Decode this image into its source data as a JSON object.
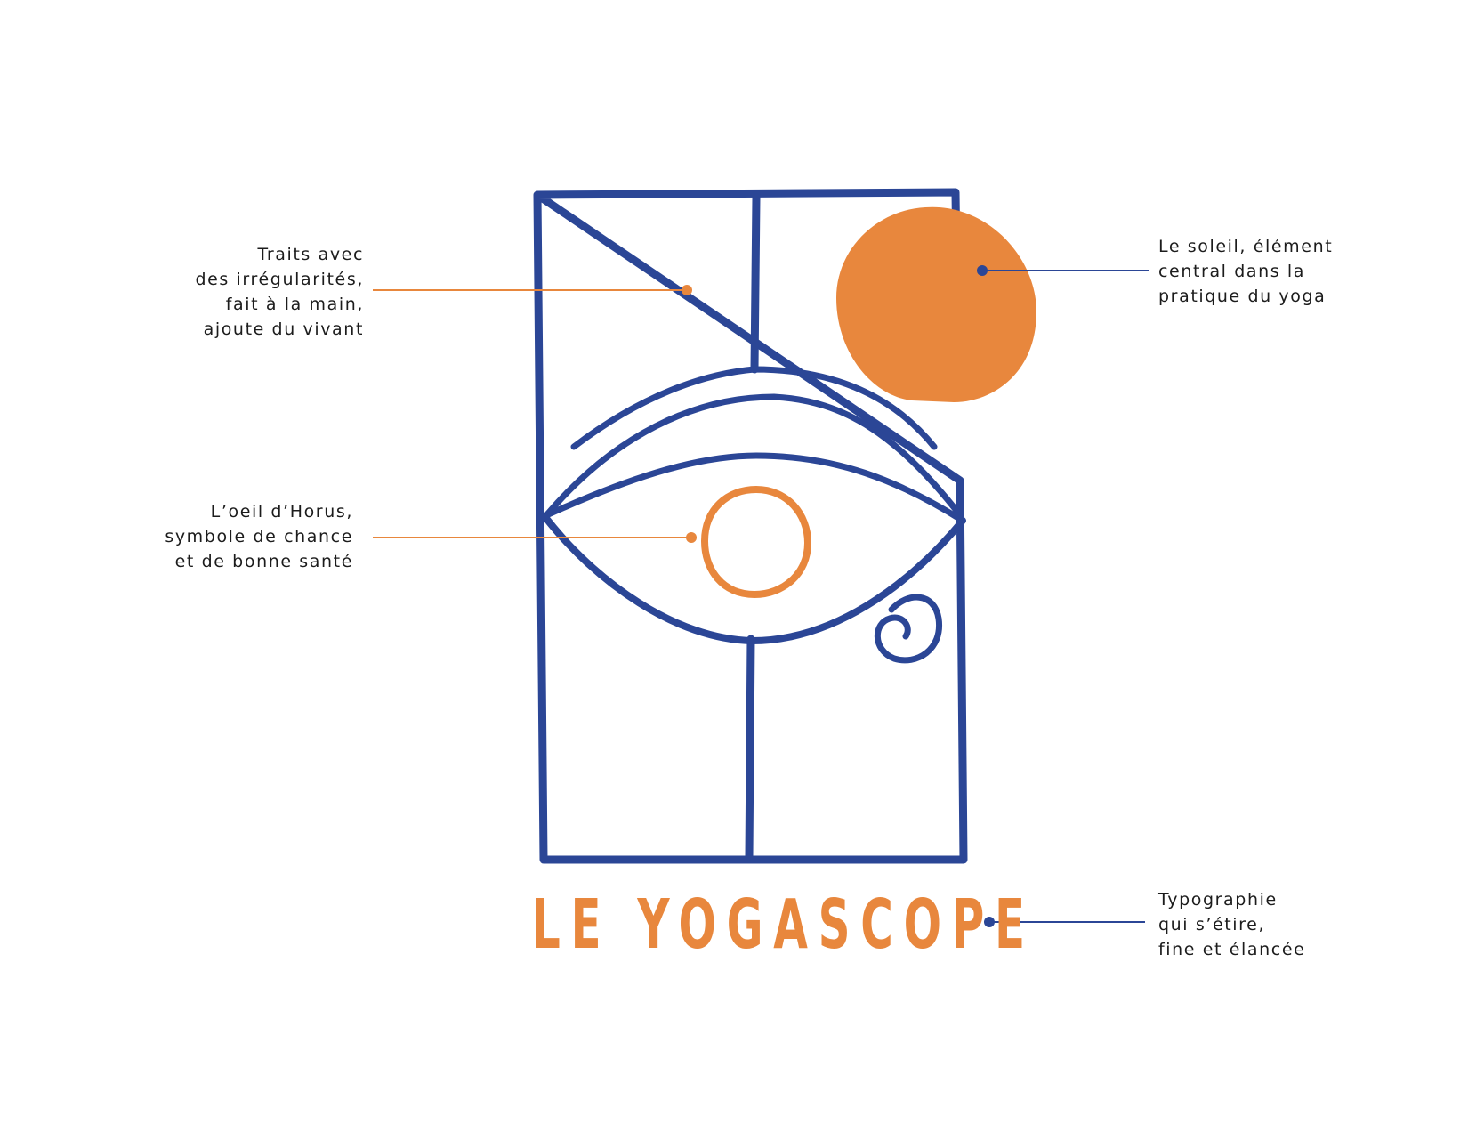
{
  "brand": {
    "name": "LE YOGASCOPE",
    "colors": {
      "blue": "#2b4696",
      "orange": "#e8873d",
      "text": "#1c1c1c"
    }
  },
  "annotations": {
    "traits": {
      "lines": [
        "Traits avec",
        "des irrégularités,",
        "fait à la main,",
        "ajoute du vivant"
      ],
      "color": "#e8873d"
    },
    "horus": {
      "lines": [
        "L’oeil d’Horus,",
        "symbole de chance",
        "et de bonne santé"
      ],
      "color": "#e8873d"
    },
    "soleil": {
      "lines": [
        "Le soleil, élément",
        "central dans la",
        "pratique du yoga"
      ],
      "color": "#2b4696"
    },
    "typographie": {
      "lines": [
        "Typographie",
        "qui s’étire,",
        "fine et élancée"
      ],
      "color": "#2b4696"
    }
  }
}
